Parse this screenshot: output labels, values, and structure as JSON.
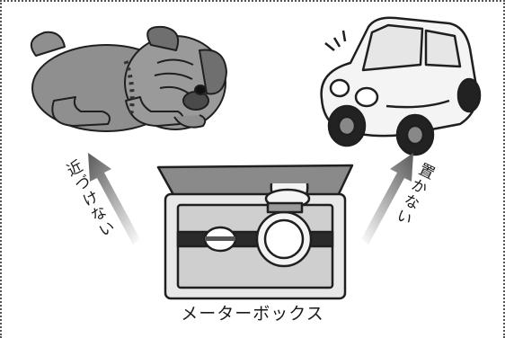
{
  "labels": {
    "left_arrow": "近づけない",
    "right_arrow": "置かない",
    "caption": "メーターボックス"
  },
  "icons": {
    "dog": "sleeping-dog-illustration",
    "car": "car-illustration",
    "box": "meter-box-illustration"
  },
  "colors": {
    "gray": "#8f8f8f",
    "dark": "#222222",
    "light": "#dcdcdc"
  }
}
